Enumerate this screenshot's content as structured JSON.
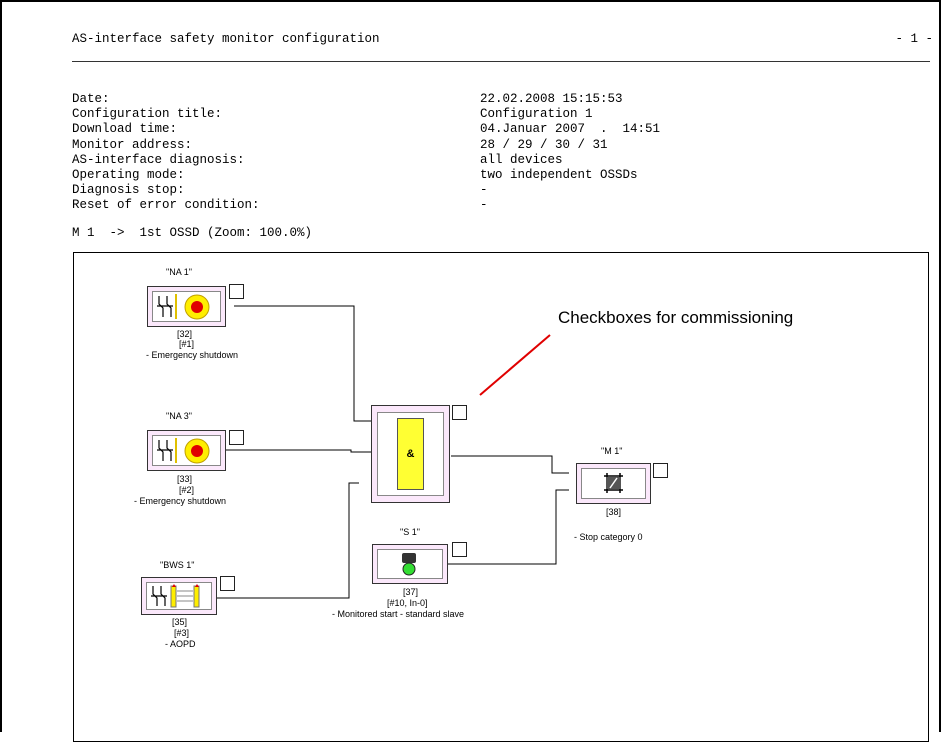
{
  "header": {
    "title": "AS-interface safety monitor configuration",
    "page": "- 1 -"
  },
  "info": [
    {
      "label": "Date:",
      "value": "22.02.2008 15:15:53"
    },
    {
      "label": "Configuration title:",
      "value": "Configuration 1"
    },
    {
      "label": "Download time:",
      "value": "04.Januar 2007  .  14:51"
    },
    {
      "label": "Monitor address:",
      "value": "28 / 29 / 30 / 31"
    },
    {
      "label": "AS-interface diagnosis:",
      "value": "all devices"
    },
    {
      "label": "Operating mode:",
      "value": "two independent OSSDs"
    },
    {
      "label": "Diagnosis stop:",
      "value": "-"
    },
    {
      "label": "Reset of error condition:",
      "value": "-"
    }
  ],
  "zoom_line": "M 1  ->  1st OSSD (Zoom: 100.0%)",
  "callout": "Checkboxes for commissioning",
  "blocks": {
    "na1": {
      "name": "\"NA 1\"",
      "id": "[32]",
      "ref": "[#1]",
      "desc": "- Emergency shutdown",
      "icon": "emergency-stop-icon"
    },
    "na3": {
      "name": "\"NA 3\"",
      "id": "[33]",
      "ref": "[#2]",
      "desc": "- Emergency shutdown",
      "icon": "emergency-stop-icon"
    },
    "bws1": {
      "name": "\"BWS 1\"",
      "id": "[35]",
      "ref": "[#3]",
      "desc": "- AOPD",
      "icon": "light-curtain-icon"
    },
    "and": {
      "symbol": "&",
      "icon": "and-gate-icon"
    },
    "s1": {
      "name": "\"S 1\"",
      "id": "[37]",
      "ref": "[#10, In-0]",
      "desc": "- Monitored start - standard slave",
      "icon": "start-button-icon"
    },
    "m1": {
      "name": "\"M 1\"",
      "id": "[38]",
      "desc": "- Stop category 0",
      "icon": "relay-contact-icon"
    }
  },
  "colors": {
    "block_fill": "#fbe8fb",
    "and_gate": "#ffff33",
    "callout_line": "#e00000",
    "estop_red": "#e00000",
    "estop_yellow": "#ffee00",
    "start_green": "#33dd33"
  }
}
